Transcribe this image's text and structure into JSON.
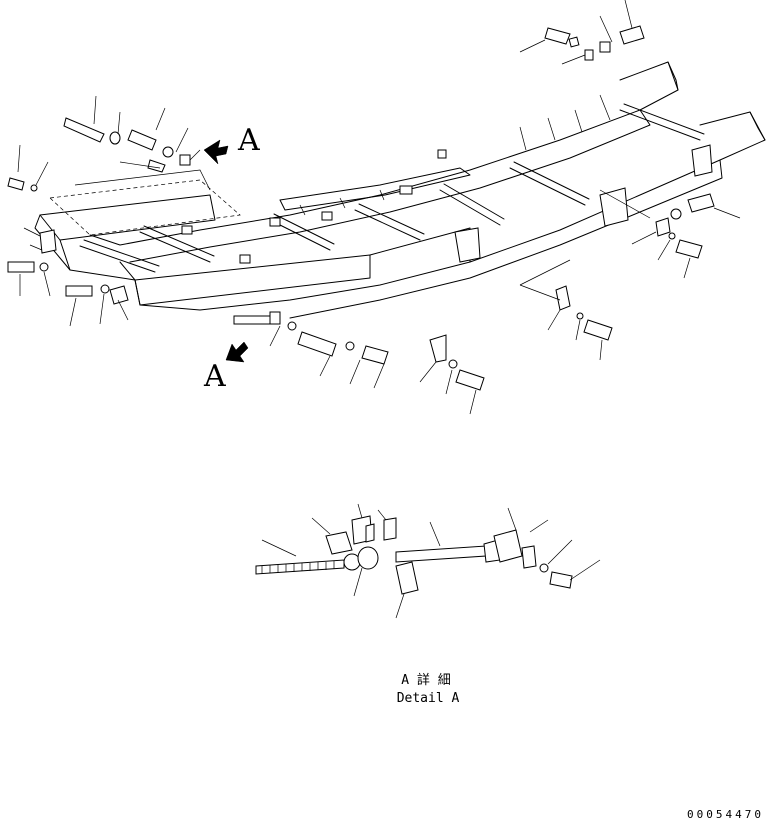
{
  "view_marker": "A",
  "detail_title_jp": "A 詳 細",
  "detail_title_en": "Detail A",
  "drawing_number": "00054470"
}
